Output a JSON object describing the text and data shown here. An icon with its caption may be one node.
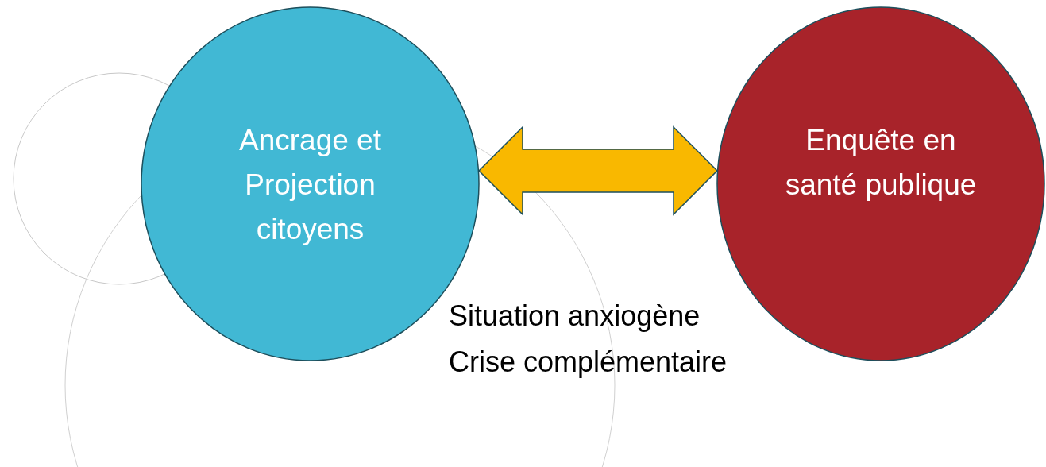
{
  "diagram": {
    "nodes": [
      {
        "text": [
          "Ancrage et Projection citoyens"
        ]
      },
      {
        "text": [
          "Enquête en santé publique"
        ]
      }
    ],
    "edges": [
      {
        "from": 0,
        "to": 1,
        "arrow": "both",
        "style": "thick",
        "color": "#f9b800"
      }
    ],
    "labels": [
      "Situation anxiogène",
      "Crise complémentaire"
    ]
  }
}
